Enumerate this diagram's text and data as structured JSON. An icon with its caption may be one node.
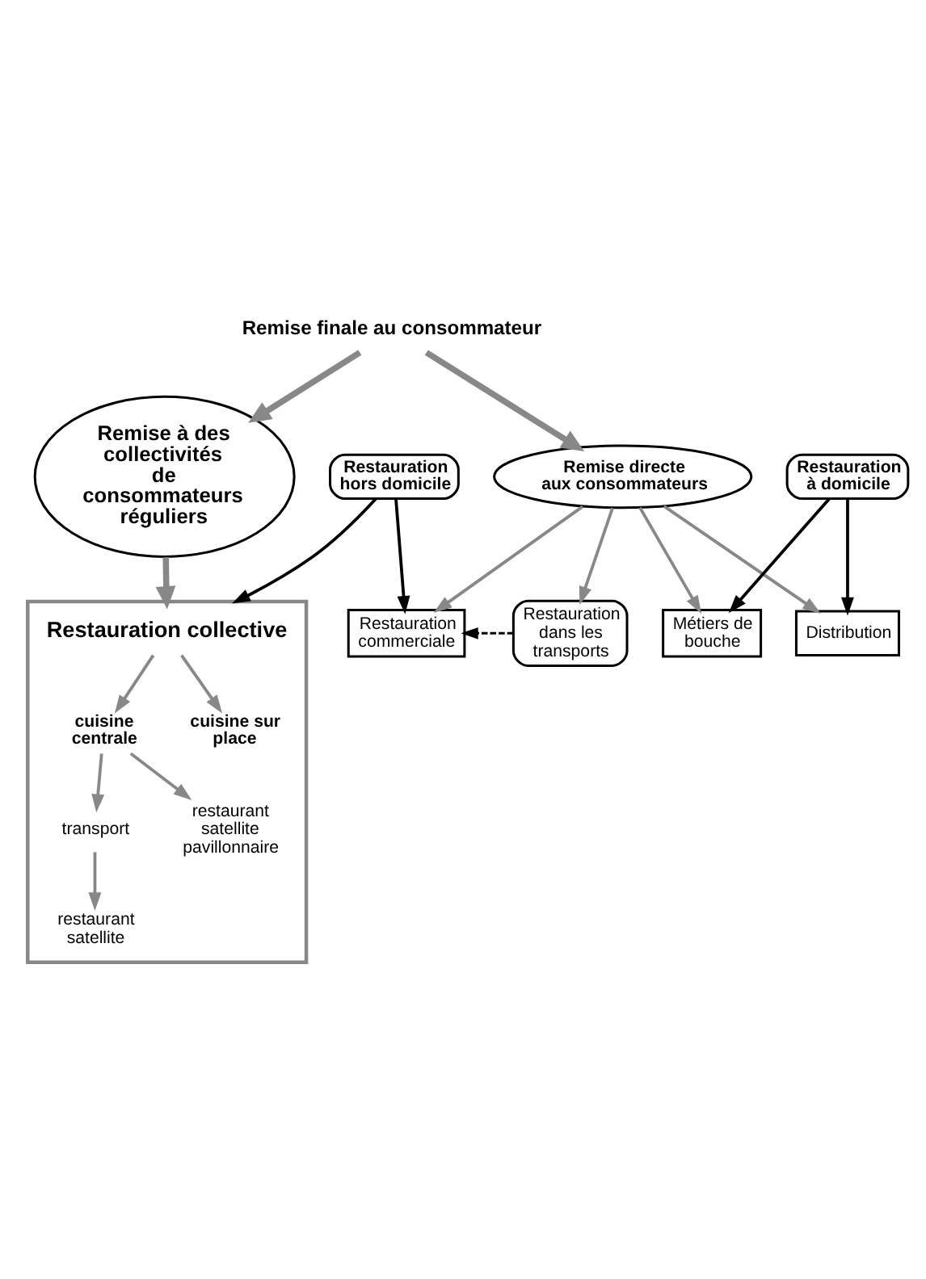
{
  "diagram": {
    "nodes": [
      {
        "text": [
          "Remise finale au consommateur"
        ]
      },
      {
        "text": [
          "Remise à des collectivités de consommateurs réguliers"
        ]
      },
      {
        "text": [
          "Remise directe aux consommateurs"
        ]
      },
      {
        "text": [
          "Restauration commerciale"
        ]
      },
      {
        "text": [
          "Restauration dans les transports"
        ]
      },
      {
        "text": [
          "Restauration hors domicile"
        ]
      },
      {
        "text": [
          "Restauration à domicile"
        ]
      },
      {
        "text": [
          "Distribution"
        ]
      },
      {
        "text": [
          "Restauration collective"
        ]
      },
      {
        "text": [
          "cuisine centrale"
        ],
        "in": 8
      },
      {
        "text": [
          "cuisine sur place"
        ],
        "in": 8
      },
      {
        "text": [
          "transport"
        ],
        "in": 8
      },
      {
        "text": [
          "restaurant satellite pavillonnaire"
        ],
        "in": 8
      },
      {
        "text": [
          "restaurant satellite"
        ],
        "in": 8
      },
      {
        "text": [
          "Métiers de bouche"
        ]
      }
    ],
    "edges": [
      {
        "from": 0,
        "to": 1,
        "arrow": "to",
        "style": "thick"
      },
      {
        "from": 0,
        "to": 2,
        "arrow": "to",
        "style": "thick"
      },
      {
        "from": 1,
        "to": 8,
        "arrow": "to",
        "style": "thick"
      },
      {
        "from": 2,
        "to": 3,
        "arrow": "to"
      },
      {
        "from": 2,
        "to": 4,
        "arrow": "to"
      },
      {
        "from": 2,
        "to": 7,
        "arrow": "to"
      },
      {
        "from": 2,
        "to": 14,
        "arrow": "to"
      },
      {
        "from": 4,
        "to": 3,
        "arrow": "to",
        "style": "dashed",
        "color": "#000000"
      },
      {
        "from": 5,
        "to": 3,
        "arrow": "to",
        "color": "#000000"
      },
      {
        "from": 5,
        "to": 8,
        "arrow": "to",
        "color": "#000000"
      },
      {
        "from": 6,
        "to": 7,
        "arrow": "to",
        "color": "#000000"
      },
      {
        "from": 6,
        "to": 14,
        "arrow": "to",
        "color": "#000000"
      },
      {
        "from": 8,
        "to": 9,
        "arrow": "to"
      },
      {
        "from": 8,
        "to": 10,
        "arrow": "to"
      },
      {
        "from": 9,
        "to": 11,
        "arrow": "to"
      },
      {
        "from": 9,
        "to": 12,
        "arrow": "to"
      },
      {
        "from": 11,
        "to": 13,
        "arrow": "to"
      }
    ]
  }
}
